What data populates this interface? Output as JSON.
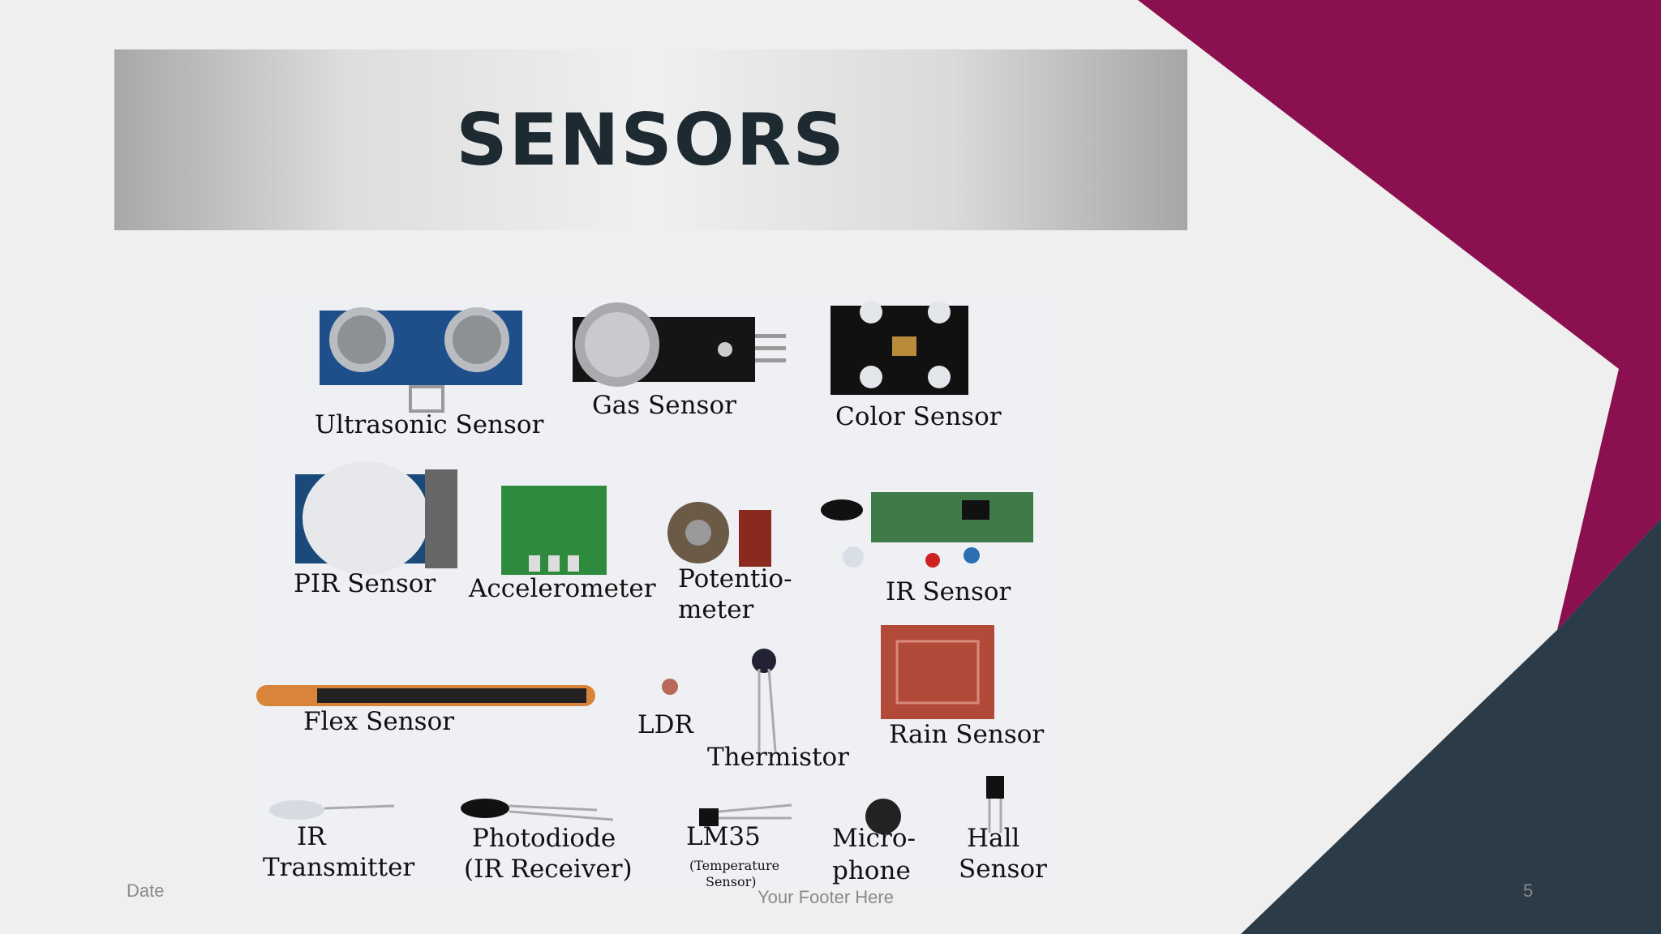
{
  "slide": {
    "title": "SENSORS",
    "footer": {
      "date": "Date",
      "text": "Your Footer Here",
      "page_number": "5"
    }
  },
  "colors": {
    "accent_magenta": "#8a1050",
    "accent_navy": "#2b3b47",
    "background": "#efefef",
    "title_text": "#1e2a32"
  },
  "image": {
    "labels": {
      "ultrasonic": "Ultrasonic Sensor",
      "gas": "Gas Sensor",
      "color": "Color Sensor",
      "pir": "PIR Sensor",
      "accelerometer": "Accelerometer",
      "potentiometer_1": "Potentio-",
      "potentiometer_2": "meter",
      "ir": "IR Sensor",
      "flex": "Flex Sensor",
      "ldr": "LDR",
      "thermistor": "Thermistor",
      "rain": "Rain Sensor",
      "ir_tx_1": "IR",
      "ir_tx_2": "Transmitter",
      "photodiode_1": "Photodiode",
      "photodiode_2": "(IR Receiver)",
      "lm35": "LM35",
      "lm35_sub_1": "(Temperature",
      "lm35_sub_2": "Sensor)",
      "mic_1": "Micro-",
      "mic_2": "phone",
      "hall_1": "Hall",
      "hall_2": "Sensor"
    }
  }
}
